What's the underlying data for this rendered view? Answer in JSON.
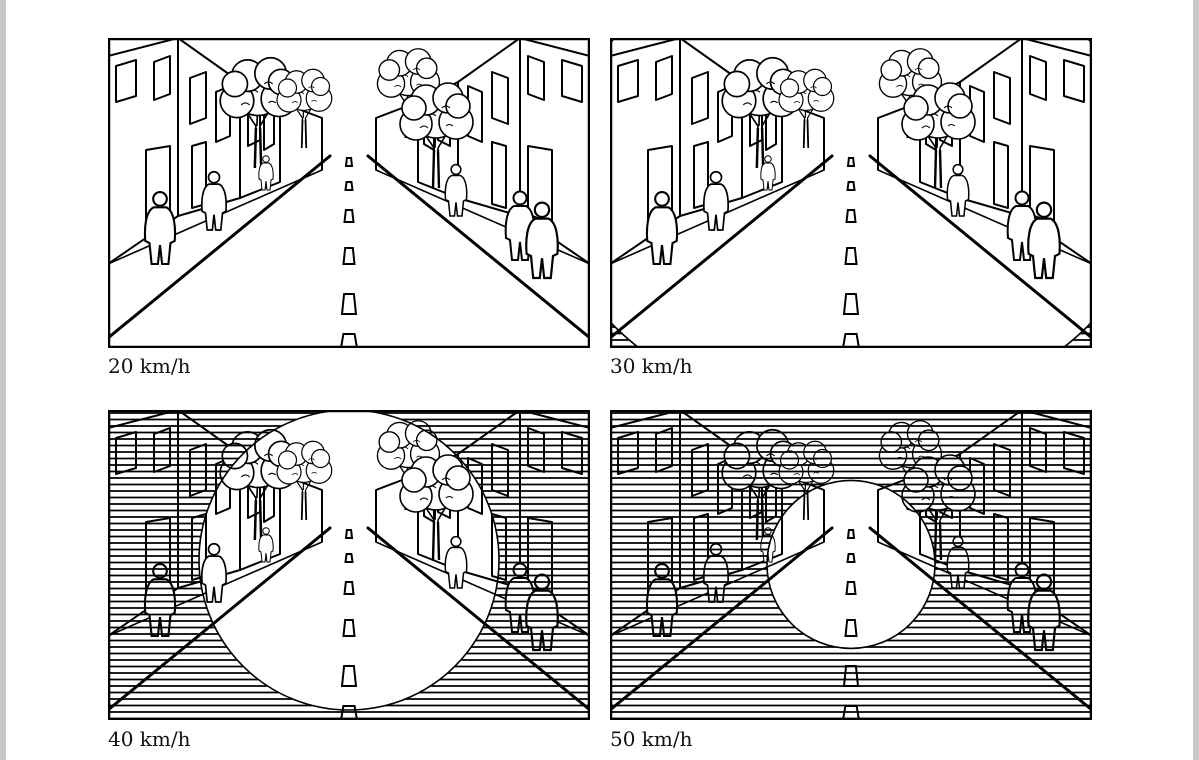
{
  "figure": {
    "panels": [
      {
        "id": "p20",
        "caption": "20 km/h",
        "vision_field": 1.0
      },
      {
        "id": "p30",
        "caption": "30 km/h",
        "vision_field": 0.78
      },
      {
        "id": "p40",
        "caption": "40 km/h",
        "vision_field": 0.5
      },
      {
        "id": "p50",
        "caption": "50 km/h",
        "vision_field": 0.28
      }
    ]
  }
}
